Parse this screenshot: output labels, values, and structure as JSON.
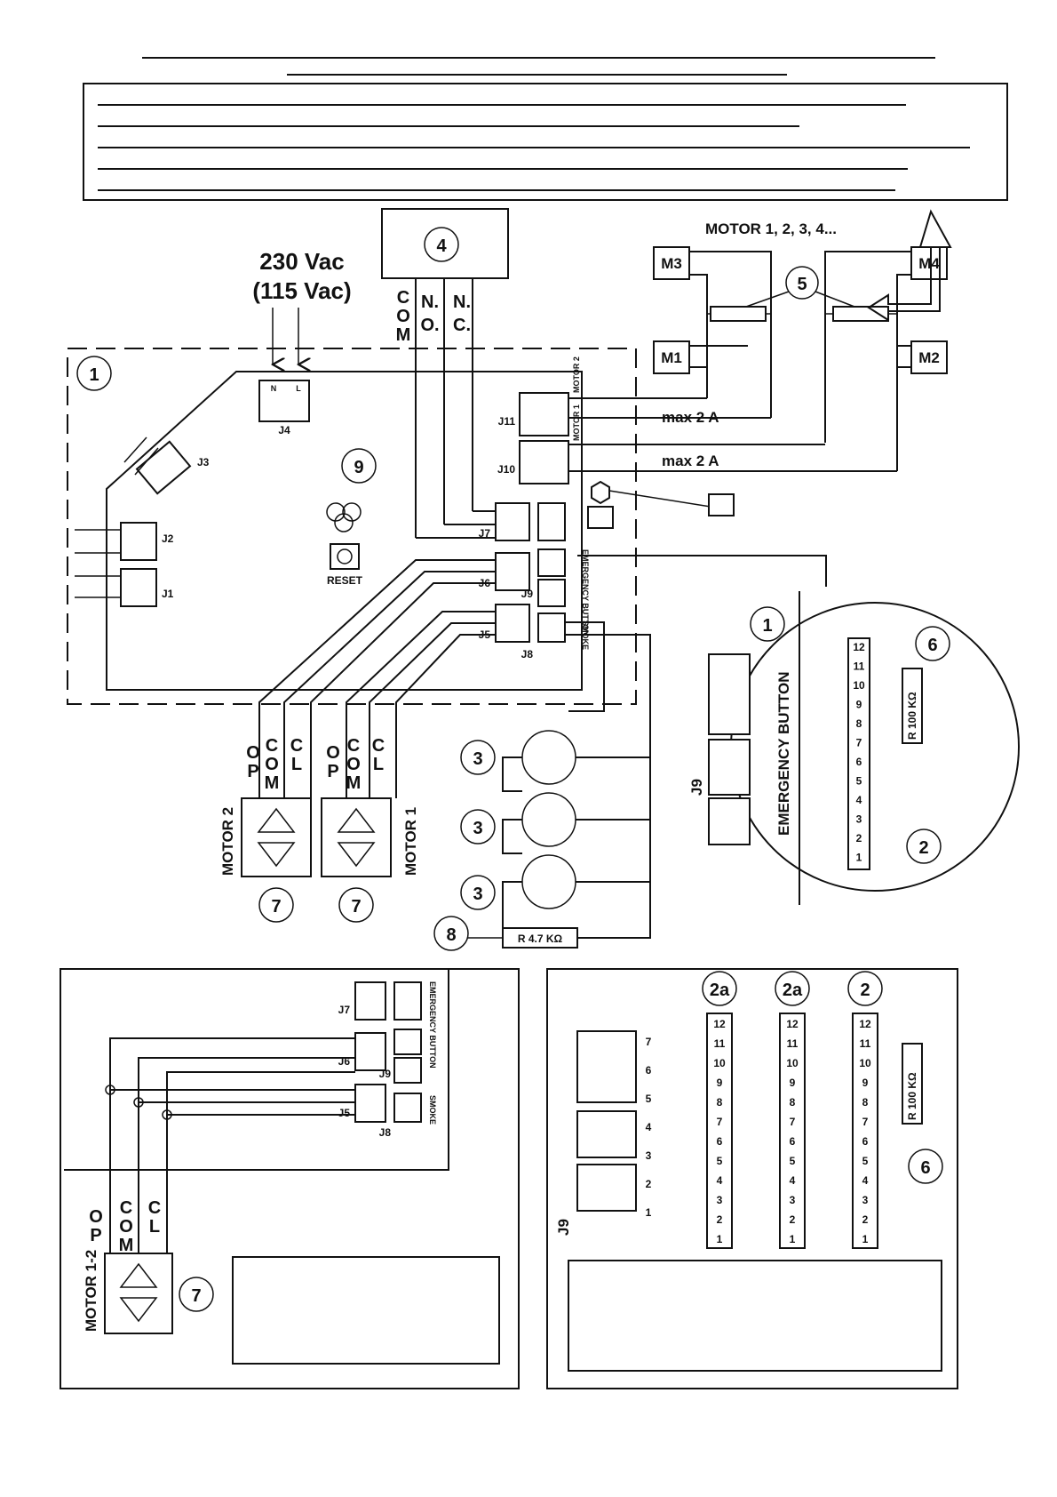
{
  "supply": {
    "line1": "230 Vac",
    "line2": "(115 Vac)",
    "n": "N",
    "l": "L"
  },
  "contact": {
    "com": [
      "C",
      "O",
      "M"
    ],
    "no": [
      "N.",
      "O."
    ],
    "nc": [
      "N.",
      "C."
    ]
  },
  "motors_header": "MOTOR 1, 2, 3, 4...",
  "motors": {
    "m1": "M1",
    "m2": "M2",
    "m3": "M3",
    "m4": "M4"
  },
  "current": {
    "j11": "max 2 A",
    "j10": "max 2 A"
  },
  "reset_label": "RESET",
  "connectors": {
    "j1": "J1",
    "j2": "J2",
    "j3": "J3",
    "j4": "J4",
    "j5": "J5",
    "j6": "J6",
    "j7": "J7",
    "j8": "J8",
    "j9": "J9",
    "j10": "J10",
    "j11": "J11"
  },
  "board_text": {
    "emergency_button": "EMERGENCY BUTTON",
    "smoke": "SMOKE",
    "motor_1": "MOTOR 1",
    "motor_2": "MOTOR 2"
  },
  "relay_terms": {
    "op": "OP",
    "com": "COM",
    "cl": "CL"
  },
  "wire_labels": {
    "op": [
      "O",
      "P"
    ],
    "com": [
      "C",
      "O",
      "M"
    ],
    "cl": [
      "C",
      "L"
    ]
  },
  "motor_boxes": {
    "motor2": "MOTOR 2",
    "motor1": "MOTOR 1",
    "motor12": "MOTOR 1-2"
  },
  "resistors": {
    "r100": "R 100 KΩ",
    "r47": "R 4.7 KΩ"
  },
  "callouts": {
    "c1": "1",
    "c2": "2",
    "c2a": "2a",
    "c3": "3",
    "c4": "4",
    "c5": "5",
    "c6": "6",
    "c7": "7",
    "c8": "8",
    "c9": "9"
  },
  "inset": {
    "emergency_button_label": "EMERGENCY BUTTON",
    "pin_numbers": [
      "1",
      "2",
      "3",
      "4",
      "5",
      "6",
      "7"
    ],
    "terminal_numbers": [
      "1",
      "2",
      "3",
      "4",
      "5",
      "6",
      "7",
      "8",
      "9",
      "10",
      "11",
      "12"
    ]
  }
}
